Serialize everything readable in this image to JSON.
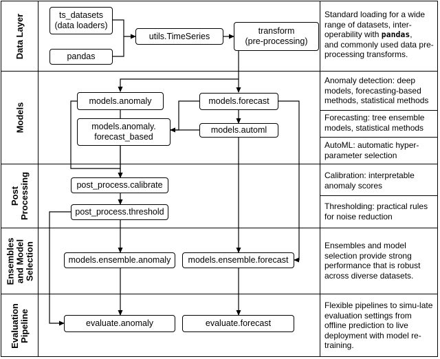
{
  "layers": [
    {
      "id": "data-layer",
      "label": "Data Layer"
    },
    {
      "id": "models",
      "label": "Models"
    },
    {
      "id": "post-processing",
      "label": "Post\nProcessing"
    },
    {
      "id": "ensembles",
      "label": "Ensembles\nand Model\nSelection"
    },
    {
      "id": "evaluation",
      "label": "Evaluation\nPipeline"
    }
  ],
  "nodes": {
    "ts_datasets": "ts_datasets\n(data loaders)",
    "pandas": "pandas",
    "timeseries": "utils.TimeSeries",
    "transform": "transform\n(pre-processing)",
    "anomaly": "models.anomaly",
    "forecast": "models.forecast",
    "anomaly_forecast_based": "models.anomaly.\nforecast_based",
    "automl": "models.automl",
    "calibrate": "post_process.calibrate",
    "threshold": "post_process.threshold",
    "ensemble_anomaly": "models.ensemble.anomaly",
    "ensemble_forecast": "models.ensemble.forecast",
    "evaluate_anomaly": "evaluate.anomaly",
    "evaluate_forecast": "evaluate.forecast"
  },
  "descriptions": {
    "data": {
      "before": "Standard loading for a wide range of datasets, inter-operability with ",
      "code": "pandas",
      "after": ",\nand commonly used data pre-processing transforms."
    },
    "anomaly": "Anomaly detection: deep models, forecasting-based methods, statistical methods",
    "forecasting": "Forecasting: tree ensemble models, statistical methods",
    "automl": "AutoML: automatic hyper-parameter selection",
    "calibration": "Calibration: interpretable anomaly scores",
    "thresholding": "Thresholding: practical rules for noise reduction",
    "ensembles": "Ensembles and model selection provide strong performance that is robust across diverse datasets.",
    "evaluation": "Flexible pipelines to simu-late evaluation settings from offline prediction to live deployment with model re-training."
  }
}
